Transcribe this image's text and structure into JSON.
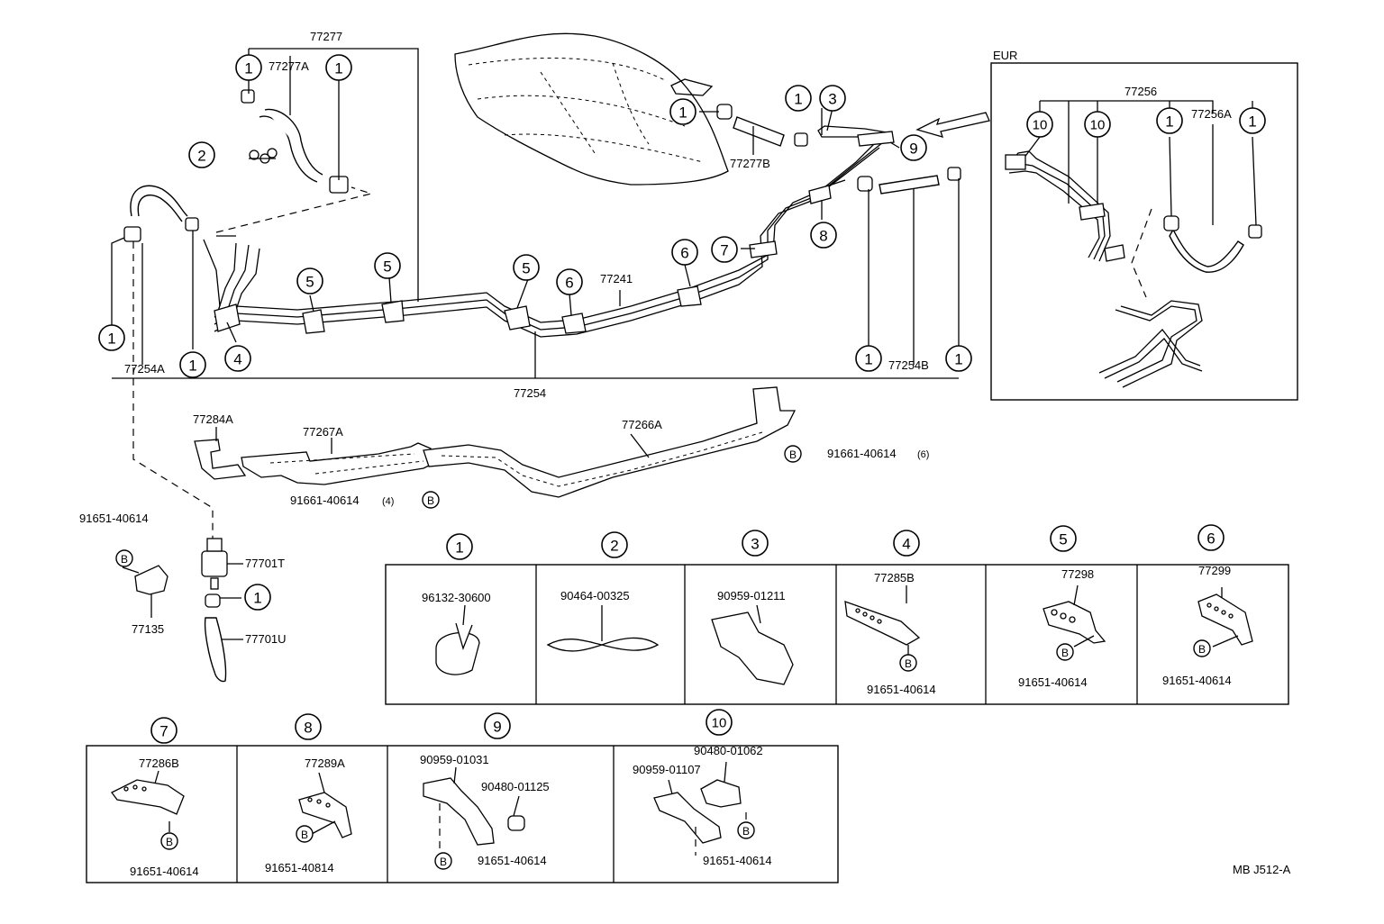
{
  "diagram_code": "MB J512-A",
  "region_label": "EUR",
  "callout_symbol": "B",
  "labels": {
    "p77277": "77277",
    "p77277A": "77277A",
    "p77277B": "77277B",
    "p77254": "77254",
    "p77254A": "77254A",
    "p77254B": "77254B",
    "p77241": "77241",
    "p77256": "77256",
    "p77256A": "77256A",
    "p77284A": "77284A",
    "p77267A": "77267A",
    "p77266A": "77266A",
    "p77701T": "77701T",
    "p77701U": "77701U",
    "p77135": "77135",
    "bolt_a": "91661-40614",
    "bolt_a_qty": "(6)",
    "bolt_b": "91661-40614",
    "bolt_b_qty": "(4)",
    "bolt_c": "91651-40614"
  },
  "markers": [
    "1",
    "2",
    "3",
    "4",
    "5",
    "6",
    "7",
    "8",
    "9",
    "10"
  ],
  "detail_row1": [
    {
      "no": "1",
      "part": "96132-30600"
    },
    {
      "no": "2",
      "part": "90464-00325"
    },
    {
      "no": "3",
      "part": "90959-01211"
    },
    {
      "no": "4",
      "part": "77285B",
      "bolt": "91651-40614"
    },
    {
      "no": "5",
      "part": "77298",
      "bolt": "91651-40614"
    },
    {
      "no": "6",
      "part": "77299",
      "bolt": "91651-40614"
    }
  ],
  "detail_row2": [
    {
      "no": "7",
      "part": "77286B",
      "bolt": "91651-40614"
    },
    {
      "no": "8",
      "part": "77289A",
      "bolt": "91651-40814"
    },
    {
      "no": "9",
      "part": "90959-01031",
      "part2": "90480-01125",
      "bolt": "91651-40614"
    },
    {
      "no": "10",
      "part": "90959-01107",
      "part2": "90480-01062",
      "bolt": "91651-40614"
    }
  ]
}
